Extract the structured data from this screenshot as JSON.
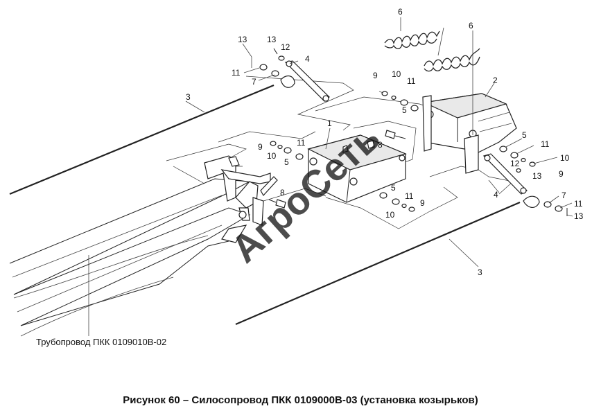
{
  "figure": {
    "caption": "Рисунок 60 – Силосопровод ПКК 0109000В-03 (установка козырьков)",
    "pipe_label": "Трубопровод ПКК 0109010В-02",
    "watermark": "АгроСеть",
    "callouts": {
      "n1": "1",
      "n2": "2",
      "n3a": "3",
      "n3b": "3",
      "n4a": "4",
      "n4b": "4",
      "n5a": "5",
      "n5b": "5",
      "n5c": "5",
      "n5d": "5",
      "n6a": "6",
      "n6b": "6",
      "n7a": "7",
      "n7b": "7",
      "n8a": "8",
      "n8b": "8",
      "n9a": "9",
      "n9b": "9",
      "n9c": "9",
      "n9d": "9",
      "n10a": "10",
      "n10b": "10",
      "n10c": "10",
      "n10d": "10",
      "n11a": "11",
      "n11b": "11",
      "n11c": "11",
      "n11d": "11",
      "n11e": "11",
      "n11f": "11",
      "n12a": "12",
      "n12b": "12",
      "n13a": "13",
      "n13b": "13",
      "n13c": "13",
      "n13d": "13"
    }
  }
}
